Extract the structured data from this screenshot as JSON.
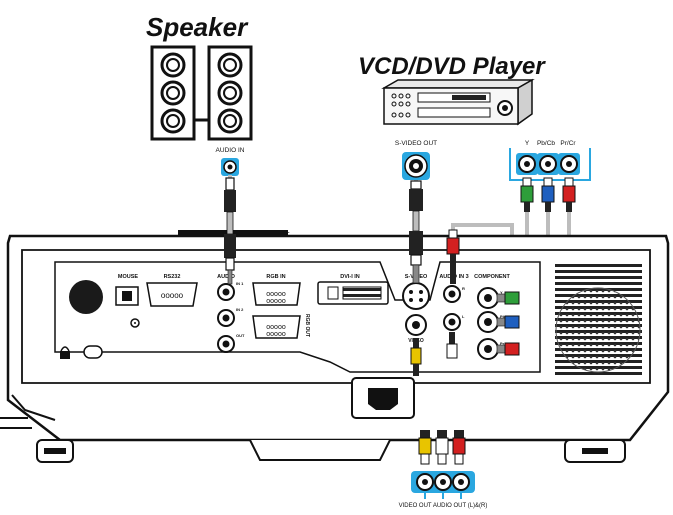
{
  "titles": {
    "speaker": "Speaker",
    "player": "VCD/DVD Player"
  },
  "labels": {
    "audio_in": "AUDIO IN",
    "svideo_out": "S-VIDEO OUT",
    "y": "Y",
    "pbcb": "Pb/Cb",
    "prcr": "Pr/Cr",
    "bottom": "VIDEO OUT AUDIO OUT (L)&(R)"
  },
  "panel_labels": {
    "mouse": "MOUSE",
    "rs232": "RS232",
    "audio": "AUDIO",
    "rgb_in": "RGB IN",
    "dvi_in": "DVI-I IN",
    "s_video": "S-VIDEO",
    "audio_in3": "AUDIO IN 3",
    "component": "COMPONENT",
    "video": "VIDEO",
    "rgb_out": "RGB OUT",
    "in1": "IN 1",
    "in2": "IN 2",
    "out": "OUT",
    "r": "R",
    "l": "L",
    "y": "Y",
    "pb": "Pb",
    "pr": "Pr"
  },
  "colors": {
    "highlight": "#2aa7e0",
    "cable_gray": "#bdbdbd",
    "plug_green": "#2e9e3a",
    "plug_blue": "#1f5fbf",
    "plug_red": "#d32020",
    "plug_yellow": "#e8c400"
  }
}
